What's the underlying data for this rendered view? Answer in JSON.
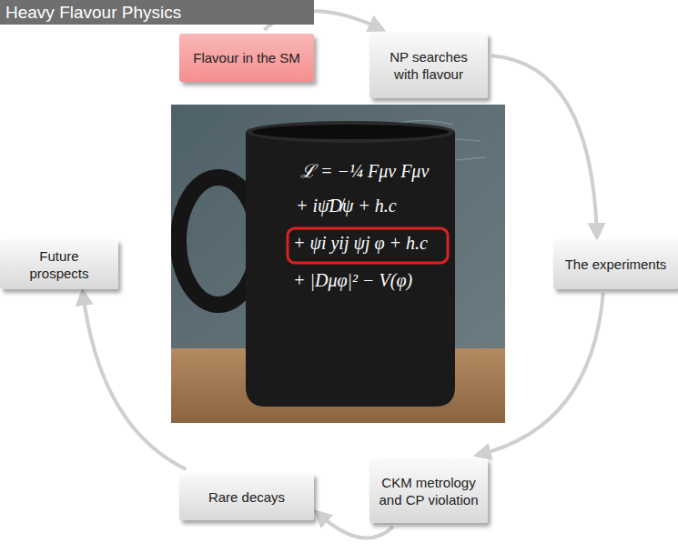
{
  "diagram": {
    "title": "Heavy Flavour Physics",
    "nodes": [
      {
        "text": [
          "Flavour in the SM"
        ]
      },
      {
        "text": [
          "NP searches with flavour"
        ]
      },
      {
        "text": [
          "The experiments"
        ]
      },
      {
        "text": [
          "CKM metrology and CP violation"
        ]
      },
      {
        "text": [
          "Rare decays"
        ]
      },
      {
        "text": [
          "Future prospects"
        ]
      }
    ],
    "edges": [
      {
        "from": 0,
        "to": 1,
        "arrow": "to"
      },
      {
        "from": 1,
        "to": 2,
        "arrow": "to"
      },
      {
        "from": 2,
        "to": 3,
        "arrow": "to"
      },
      {
        "from": 3,
        "to": 4,
        "arrow": "to"
      },
      {
        "from": 4,
        "to": 5,
        "arrow": "to"
      }
    ],
    "labels": [
      "ℒ = −¼ Fμν Fμν",
      "+ iψ̄D̸ψ + h.c",
      "+ ψi yij ψj φ + h.c",
      "+ |Dμφ|² − V(φ)"
    ]
  }
}
